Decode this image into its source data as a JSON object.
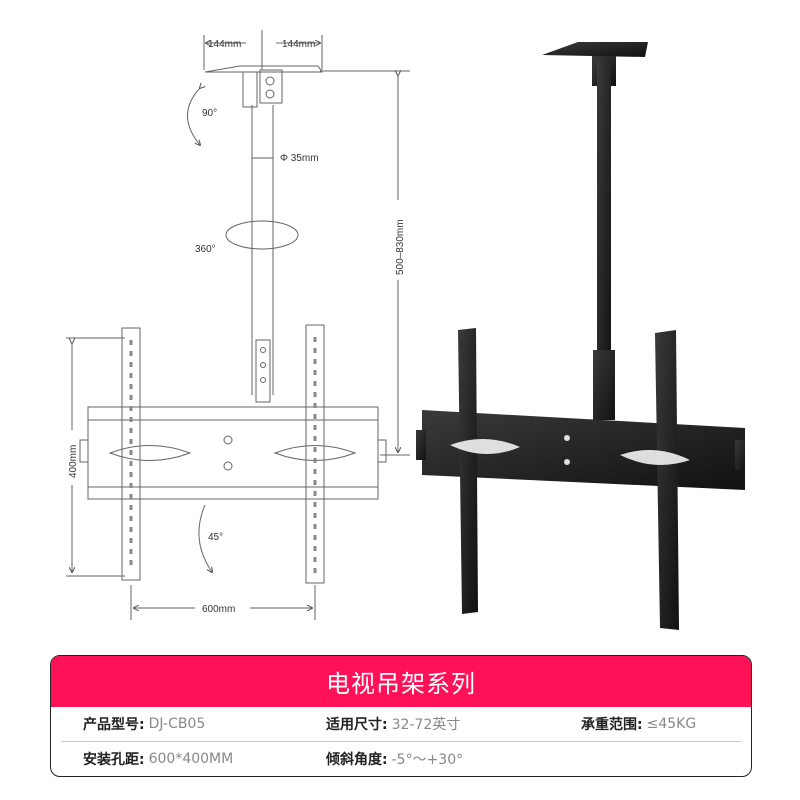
{
  "diagram": {
    "dim_plate_left": "144mm",
    "dim_plate_right": "144mm",
    "tilt_top": "90°",
    "pole_diameter": "Φ 35mm",
    "rotation": "360°",
    "height_range": "500–830mm",
    "vesa_height": "400mm",
    "vesa_width": "600mm",
    "tilt_bottom": "45°"
  },
  "spec": {
    "title": "电视吊架系列",
    "rows": [
      [
        {
          "label": "产品型号:",
          "value": "DJ-CB05"
        },
        {
          "label": "适用尺寸:",
          "value": "32-72英寸"
        },
        {
          "label": "承重范围:",
          "value": "≤45KG"
        }
      ],
      [
        {
          "label": "安装孔距:",
          "value": "600*400MM"
        },
        {
          "label": "倾斜角度:",
          "value": "-5°～+30°"
        }
      ]
    ]
  },
  "colors": {
    "accent": "#ff1158",
    "mount": "#1e1e1e"
  }
}
